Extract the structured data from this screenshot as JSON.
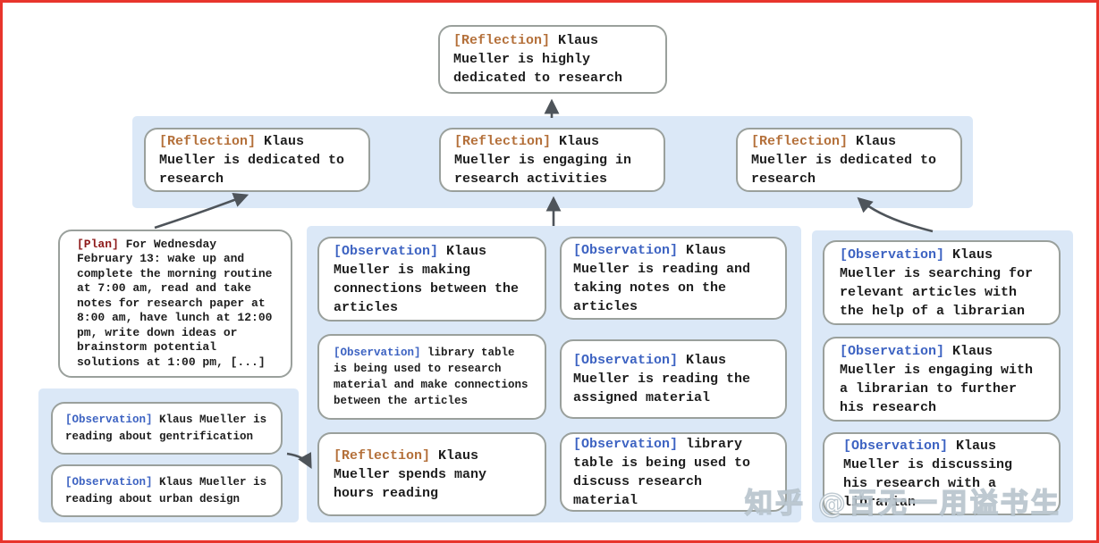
{
  "colors": {
    "reflection_tag": "#b4703a",
    "observation_tag": "#3d63c2",
    "plan_tag": "#8e1b1b",
    "panel_background": "#dbe8f7",
    "node_border": "#9aa09c",
    "frame_border": "#e8352c",
    "arrow": "#4e545a",
    "text": "#1e1e1e"
  },
  "top_node": {
    "tag": "[Reflection]",
    "text": "Klaus Mueller is highly dedicated to research"
  },
  "reflection_band": [
    {
      "tag": "[Reflection]",
      "text": "Klaus Mueller is dedicated to research"
    },
    {
      "tag": "[Reflection]",
      "text": "Klaus Mueller is engaging in research activities"
    },
    {
      "tag": "[Reflection]",
      "text": "Klaus Mueller is dedicated to research"
    }
  ],
  "plan_node": {
    "tag": "[Plan]",
    "text": "For Wednesday February 13: wake up and complete the morning routine at 7:00 am, read and take notes for research paper at 8:00 am, have lunch at 12:00 pm, write down ideas or brainstorm potential solutions at 1:00 pm, [...]"
  },
  "left_band": [
    {
      "tag": "[Observation]",
      "text": "Klaus Mueller is reading about gentrification"
    },
    {
      "tag": "[Observation]",
      "text": "Klaus Mueller is reading about urban design"
    }
  ],
  "middle_panel": {
    "column_a": [
      {
        "tag": "[Observation]",
        "text": "Klaus Mueller is making connections between the articles"
      },
      {
        "tag": "[Observation]",
        "text": "library table is being used to research material and make connections between the articles"
      },
      {
        "tag": "[Reflection]",
        "text": "Klaus Mueller spends many hours reading"
      }
    ],
    "column_b": [
      {
        "tag": "[Observation]",
        "text": "Klaus Mueller is reading and taking notes on the articles"
      },
      {
        "tag": "[Observation]",
        "text": "Klaus Mueller is reading the assigned material"
      },
      {
        "tag": "[Observation]",
        "text": "library table is being used to discuss research material"
      }
    ]
  },
  "right_panel": [
    {
      "tag": "[Observation]",
      "text": "Klaus Mueller is searching for relevant articles with the help of a librarian"
    },
    {
      "tag": "[Observation]",
      "text": "Klaus Mueller is engaging with a librarian to further his research"
    },
    {
      "tag": "[Observation]",
      "text": "Klaus Mueller is discussing his research with a librarian"
    }
  ],
  "watermark": "知乎 @百无一用谥书生"
}
